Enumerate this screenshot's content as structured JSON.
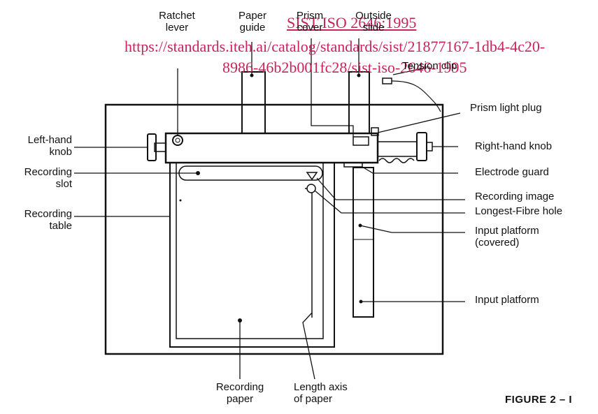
{
  "watermark": {
    "line1": "SIST ISO 2646:1995",
    "line2": "https://standards.iteh.ai/catalog/standards/sist/21877167-1db4-4c20-",
    "line3": "8986-46b2b001fc28/sist-iso-2646-1995",
    "color": "#c8245a"
  },
  "labels": {
    "ratchet_lever": "Ratchet\nlever",
    "paper_guide": "Paper\nguide",
    "prism_cover": "Prism\ncover",
    "outside_slide": "Outside\nslide",
    "tension_clip": "Tension clip",
    "prism_light_plug": "Prism light plug",
    "left_hand_knob": "Left-hand\nknob",
    "right_hand_knob": "Right-hand knob",
    "recording_slot": "Recording\nslot",
    "electrode_guard": "Electrode guard",
    "recording_image": "Recording image",
    "longest_fibre_hole": "Longest-Fibre hole",
    "recording_table": "Recording\ntable",
    "input_platform_covered": "Input platform\n(covered)",
    "input_platform": "Input platform",
    "recording_paper": "Recording\npaper",
    "length_axis": "Length axis\nof paper"
  },
  "caption": "FIGURE 2 – I"
}
